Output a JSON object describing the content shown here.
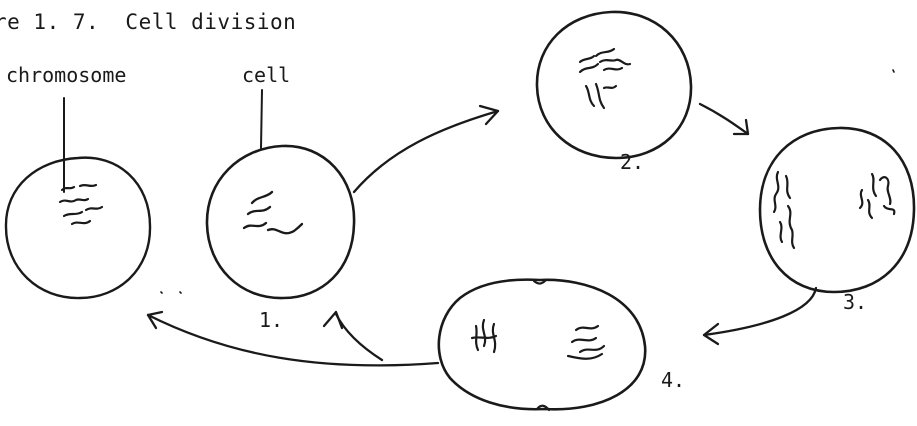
{
  "figure": {
    "caption": "re 1. 7.  Cell division"
  },
  "labels": {
    "chromosome": "chromosome",
    "cell": "cell",
    "stage_1": "1.",
    "stage_2": "2.",
    "stage_3": "3.",
    "stage_4": "4."
  },
  "colors": {
    "ink": "#1a1a1a",
    "paper": "#ffffff"
  }
}
